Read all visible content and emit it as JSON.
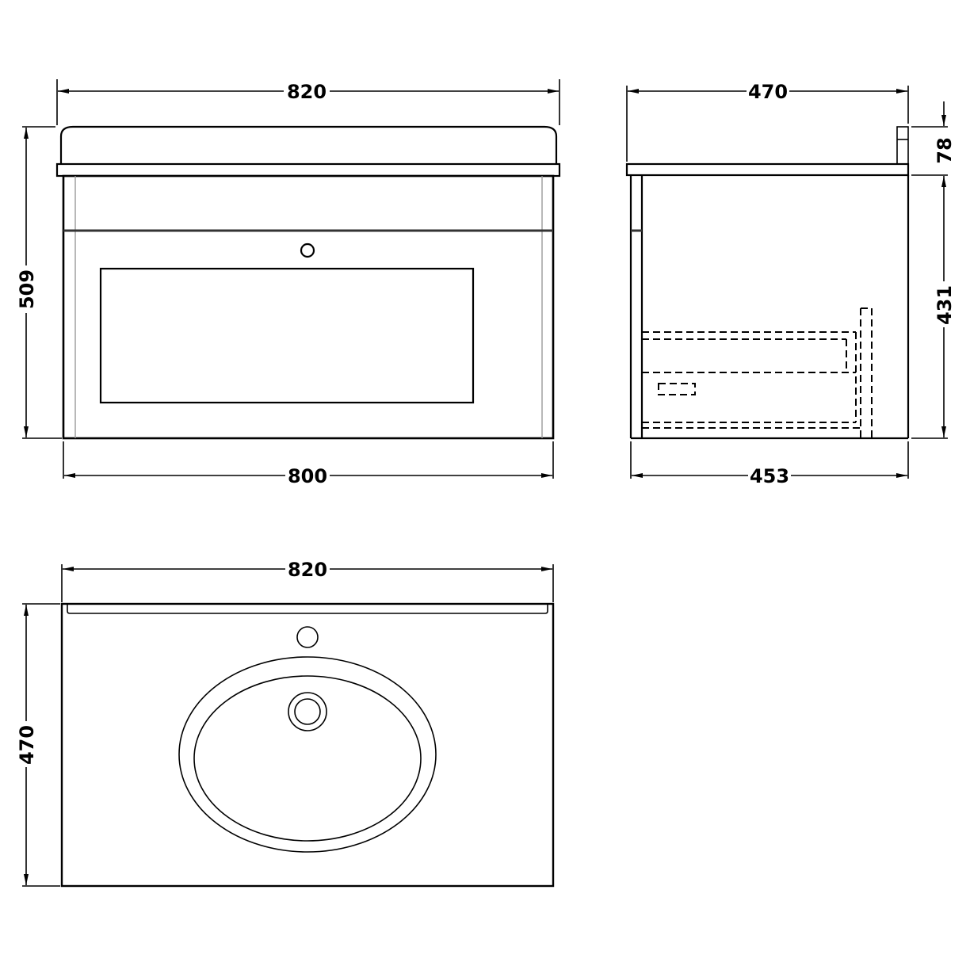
{
  "drawing": {
    "type": "technical-drawing",
    "subject": "wall-hung vanity unit with basin",
    "units": "mm",
    "line_color": "#000000",
    "hidden_line_style": "dashed",
    "background": "#ffffff"
  },
  "front_view": {
    "overall_width_label": "820",
    "cabinet_width_label": "800",
    "overall_height_label": "509",
    "features": [
      "basin-top",
      "countertop-strip",
      "cabinet-body",
      "drawer",
      "drawer-handle",
      "drawer-panel"
    ]
  },
  "side_view": {
    "overall_depth_label": "470",
    "cabinet_depth_label": "453",
    "upstand_height_label": "78",
    "cabinet_height_label": "431",
    "features": [
      "countertop",
      "upstand",
      "cabinet-body",
      "drawer-front",
      "hidden-drawer-box",
      "hidden-runner"
    ]
  },
  "plan_view": {
    "overall_width_label": "820",
    "overall_depth_label": "470",
    "features": [
      "top-surface",
      "back-edge-strip",
      "tap-hole",
      "oval-basin-outer",
      "oval-basin-inner",
      "waste-outlet"
    ]
  }
}
